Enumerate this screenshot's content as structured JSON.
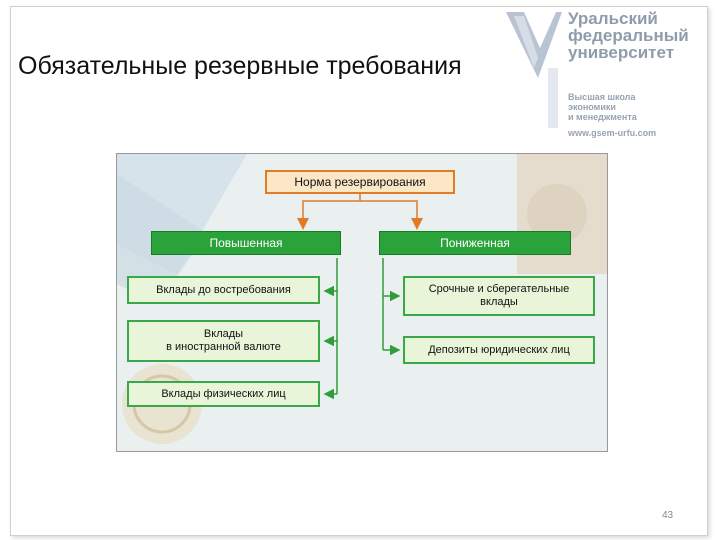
{
  "slide": {
    "title": "Обязательные резервные требования",
    "page_number": "43"
  },
  "logo": {
    "name_lines": [
      "Уральский",
      "федеральный",
      "университет"
    ],
    "sub_lines": [
      "Высшая школа",
      "экономики",
      "и менеджмента"
    ],
    "url": "www.gsem-urfu.com"
  },
  "diagram": {
    "root": "Норма резервирования",
    "left": {
      "label": "Повышенная",
      "items": [
        "Вклады до востребования",
        "Вклады\nв иностранной валюте",
        "Вклады физических лиц"
      ]
    },
    "right": {
      "label": "Пониженная",
      "items": [
        "Срочные и сберегательные\nвклады",
        "Депозиты юридических лиц"
      ]
    }
  },
  "colors": {
    "category_green": "#2aa33a",
    "item_border_green": "#3aa84a",
    "root_border_orange": "#e07b2a",
    "connector_green": "#2f9e3a"
  }
}
